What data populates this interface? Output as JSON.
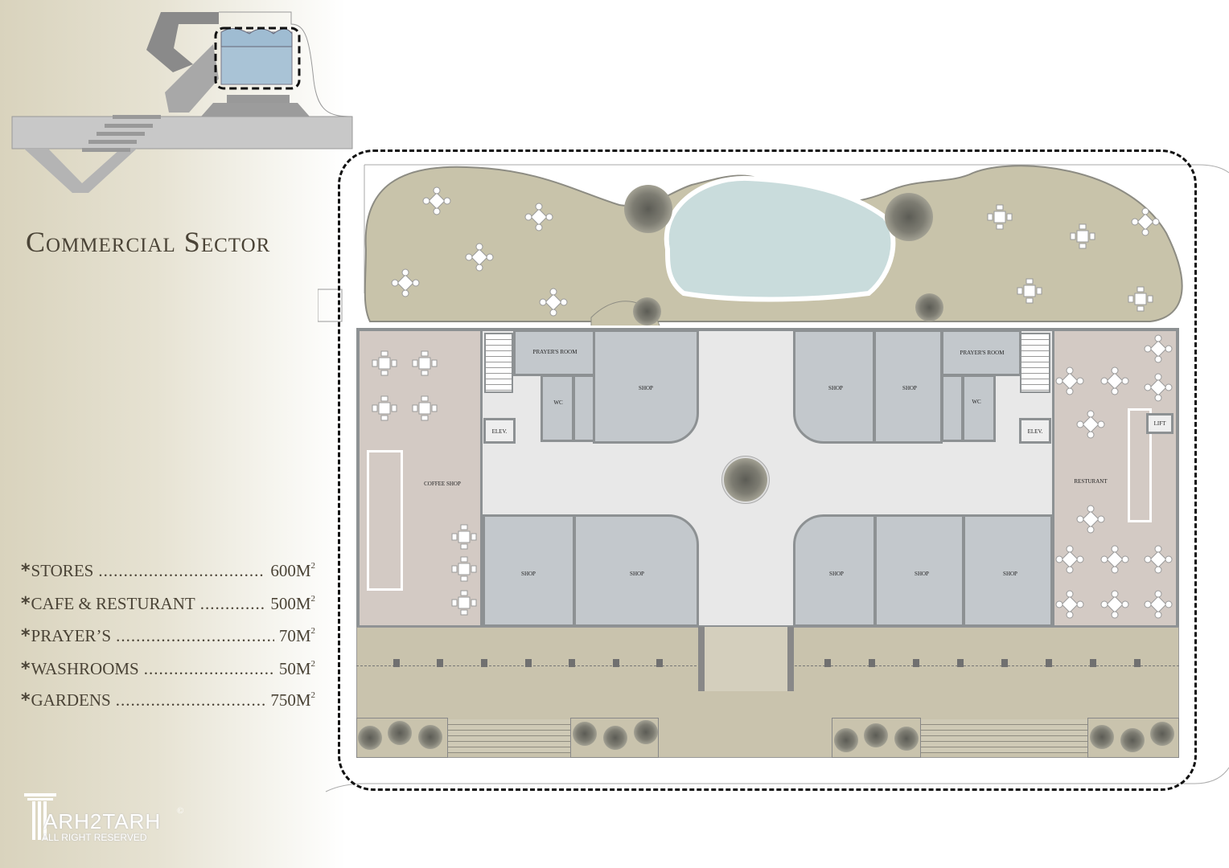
{
  "title": "Commercial Sector",
  "legend": [
    {
      "label": "STORES",
      "value": "600M",
      "unit_sup": "2"
    },
    {
      "label": "CAFE & RESTURANT",
      "value": "500M",
      "unit_sup": "2"
    },
    {
      "label": "PRAYER’S",
      "value": "70M",
      "unit_sup": "2"
    },
    {
      "label": "WASHROOMS",
      "value": "50M",
      "unit_sup": "2"
    },
    {
      "label": "GARDENS",
      "value": "750M",
      "unit_sup": "2"
    }
  ],
  "logo": {
    "brand": "ARH2TARH",
    "rights": "ALL RIGHT RESERVED",
    "copyright": "©"
  },
  "plan": {
    "labels": {
      "coffee_shop": "COFFEE SHOP",
      "restaurant": "RESTURANT",
      "prayer_room": "PRAYER'S ROOM",
      "wc": "WC",
      "elevator": "ELEV.",
      "lift": "LIFT",
      "shop": "SHOP"
    }
  },
  "colors": {
    "garden": "#c8c3aa",
    "pool": "#c9dcdc",
    "shop": "#c3c8cc",
    "cafe": "#d3cac4",
    "corridor": "#e8e8e8",
    "text": "#4a4336"
  }
}
